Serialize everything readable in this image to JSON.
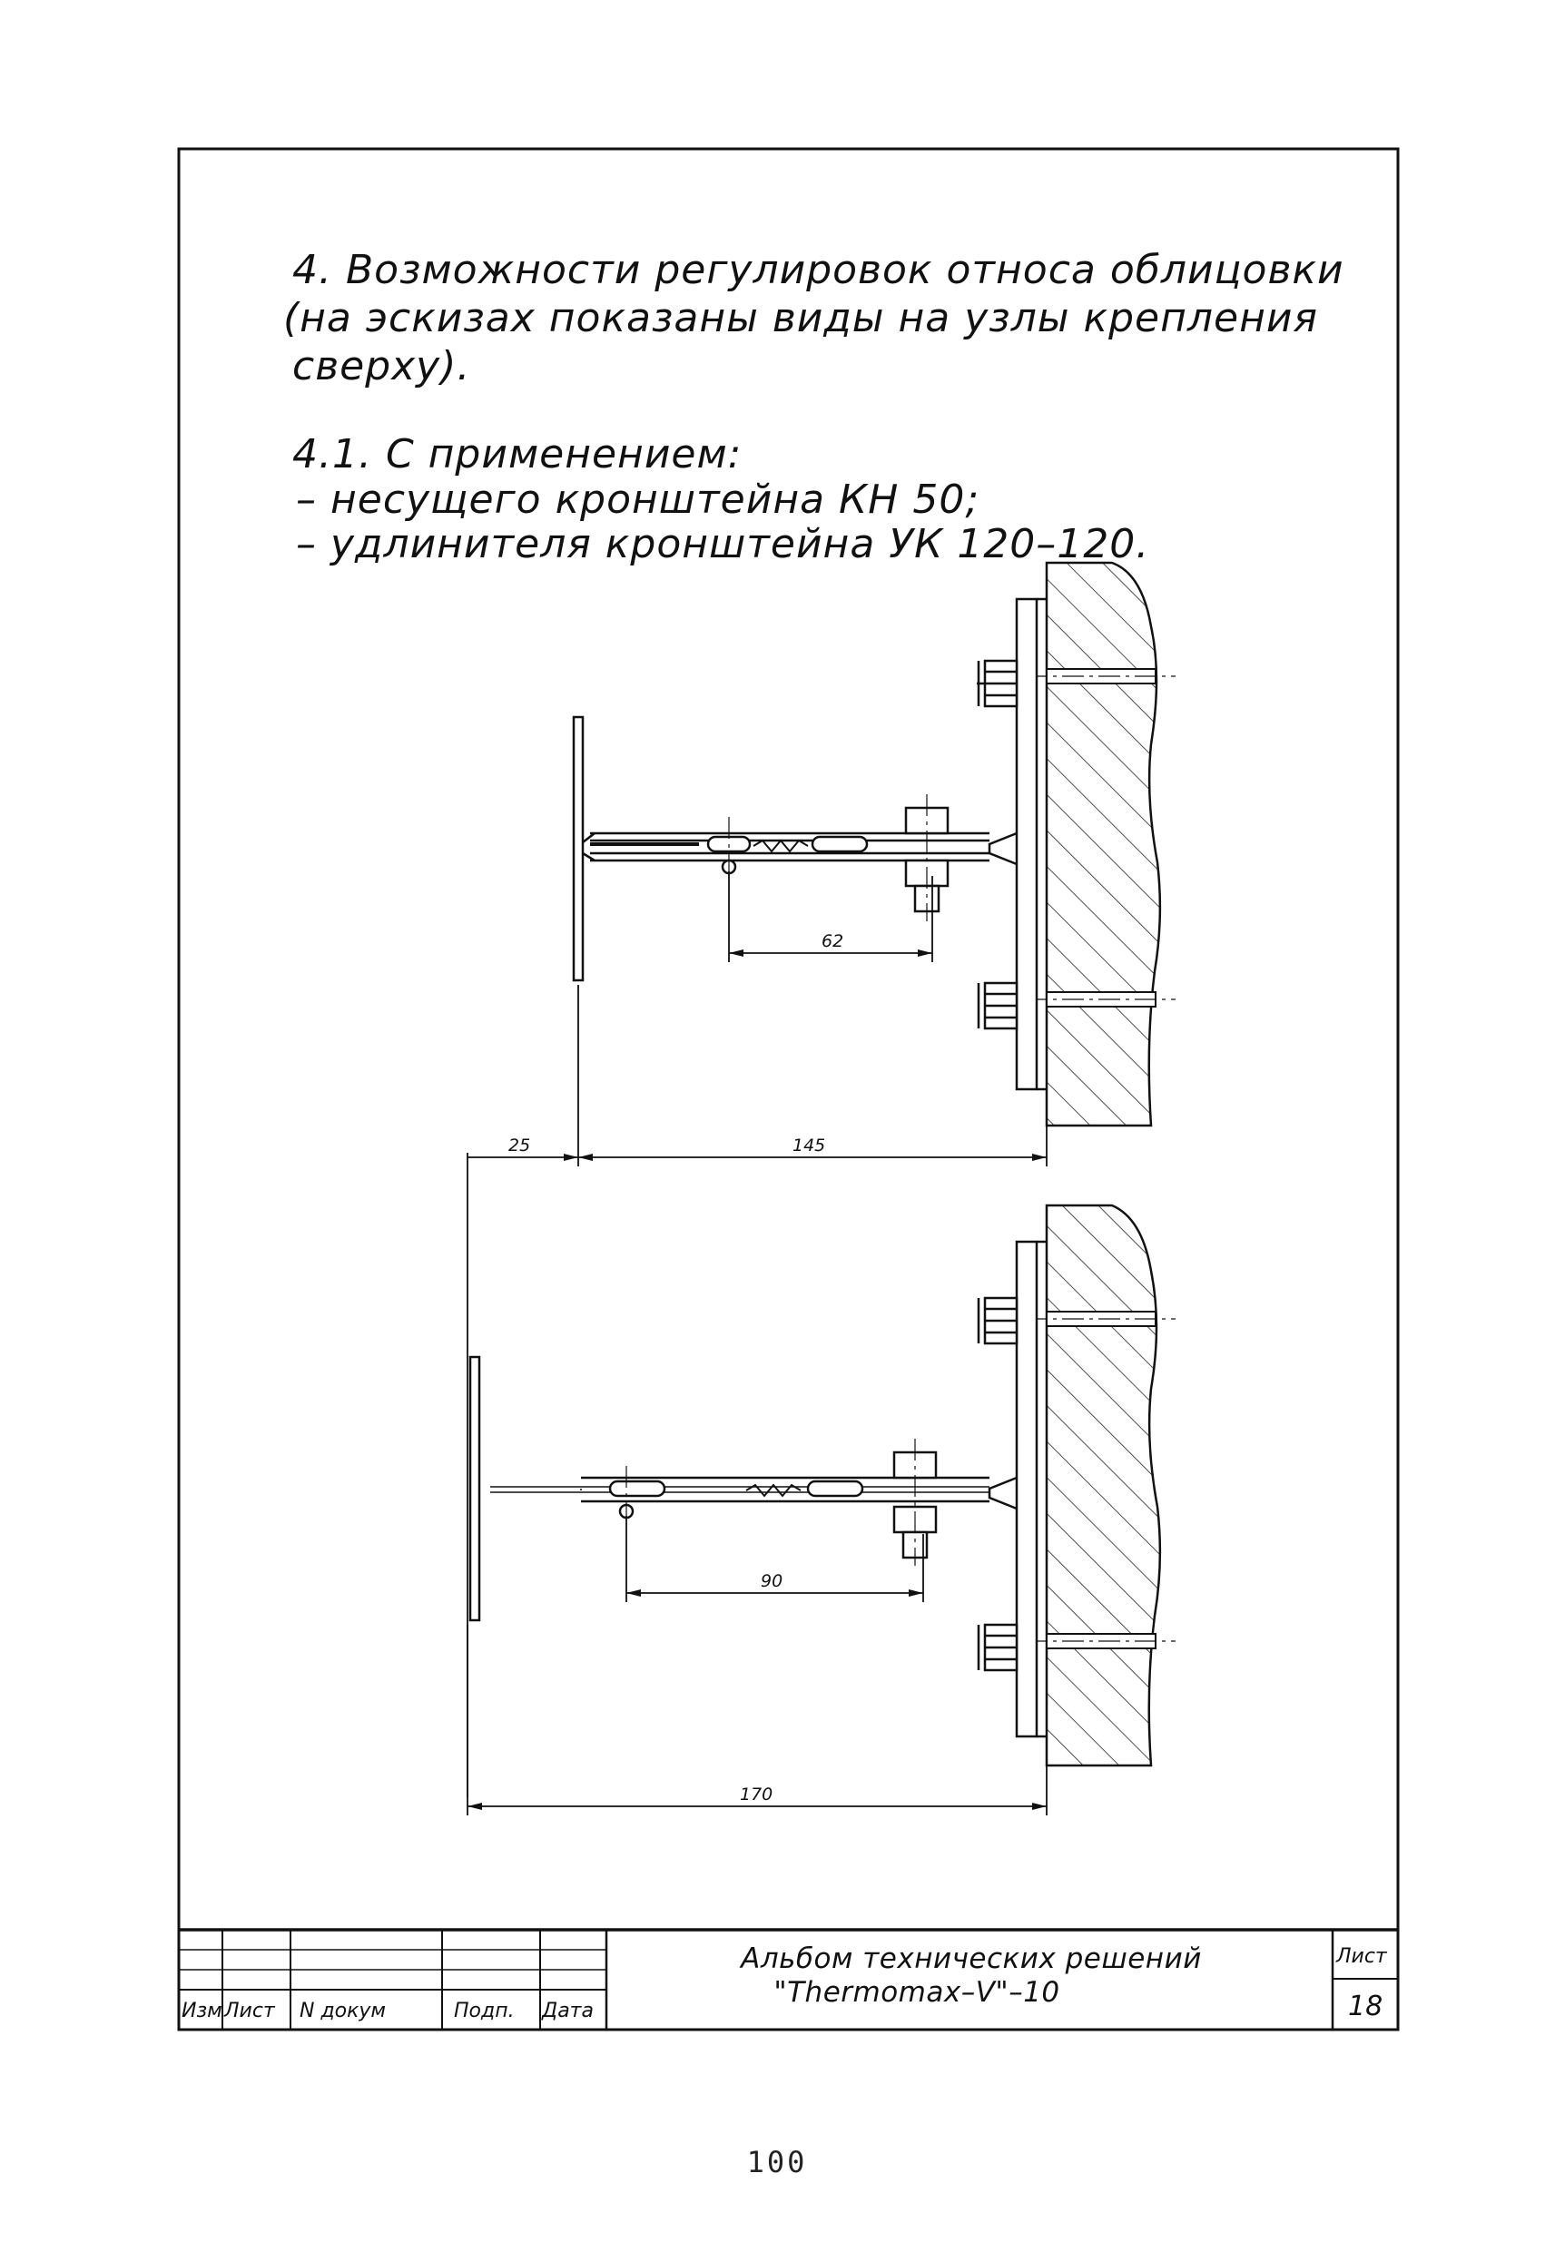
{
  "heading": {
    "line1": "4.  Возможности  регулировок  относа  облицовки",
    "line2": "(на  эскизах  показаны  виды  на  узлы  крепления",
    "line3": "сверху).",
    "sub1": "4.1.  С  применением:",
    "sub2": "–  несущего  кронштейна  КН  50;",
    "sub3": "–  удлинителя  кронштейна  УК  120–120."
  },
  "drawing1": {
    "dim_adjust": "62",
    "dim_offset": "25",
    "dim_total": "145"
  },
  "drawing2": {
    "dim_adjust": "90",
    "dim_total": "170"
  },
  "title_block": {
    "col_izm": "Изм",
    "col_list": "Лист",
    "col_doc": "N  докум",
    "col_sign": "Подп.",
    "col_date": "Дата",
    "title_line1": "Альбом  технических  решений",
    "title_line2": "\"Thermomax–V\"–10",
    "sheet_label": "Лист",
    "sheet_number": "18"
  },
  "page_number": "100",
  "colors": {
    "ink": "#111111",
    "paper": "#ffffff"
  }
}
